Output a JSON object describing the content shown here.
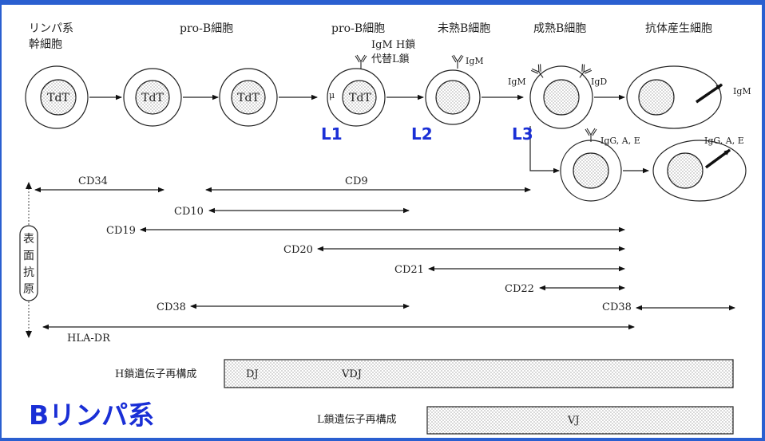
{
  "title": "Bリンパ系",
  "stages": [
    "リンパ系",
    "幹細胞",
    "pro-B細胞",
    "pro-B細胞",
    "未熟B細胞",
    "成熟B細胞",
    "抗体産生細胞"
  ],
  "pre_b_labels": [
    "IgM H鎖",
    "代替L鎖"
  ],
  "cell_labels": {
    "tdt": "TdT",
    "mu": "μ",
    "igm": "IgM",
    "igd": "IgD",
    "igg": "IgG, A, E"
  },
  "levels": [
    "L1",
    "L2",
    "L3"
  ],
  "axis_label": [
    "表",
    "面",
    "抗",
    "原"
  ],
  "markers": [
    "CD34",
    "CD9",
    "CD10",
    "CD19",
    "CD20",
    "CD21",
    "CD22",
    "CD38",
    "CD38",
    "HLA-DR"
  ],
  "rearrangement": {
    "h_label": "H鎖遺伝子再構成",
    "h_segments": [
      "DJ",
      "VDJ"
    ],
    "l_label": "L鎖遺伝子再構成",
    "l_segments": [
      "VJ"
    ]
  }
}
